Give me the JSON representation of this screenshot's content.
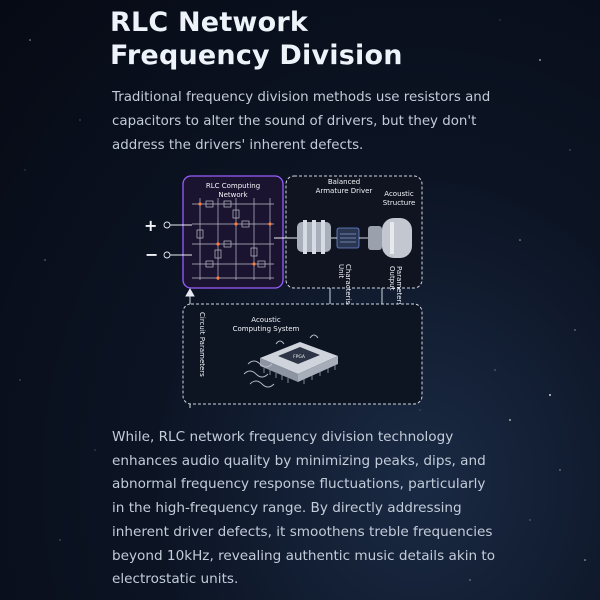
{
  "header": {
    "title_line1": "RLC Network",
    "title_line2": "Frequency Division"
  },
  "intro": "Traditional frequency division methods use resistors and capacitors to alter the sound of drivers, but they don't address the drivers' inherent defects.",
  "diagram": {
    "rlc_label_1": "RLC Computing",
    "rlc_label_2": "Network",
    "driver_label_1": "Balanced",
    "driver_label_2": "Armature Driver",
    "acoustic_label_1": "Acoustic",
    "acoustic_label_2": "Structure",
    "plus_symbol": "+",
    "minus_symbol": "−",
    "unit_char_1": "Unit",
    "unit_char_2": "Characteristics",
    "output_1": "Output",
    "output_2": "Parameters",
    "circuit_params": "Circuit Parameters",
    "acs_1": "Acoustic",
    "acs_2": "Computing System",
    "chip_label": "FPGA"
  },
  "body": "While, RLC network frequency division technology enhances audio quality by minimizing peaks, dips, and abnormal frequency response fluctuations, particularly in the high-frequency range. By directly addressing inherent driver defects, it smoothens treble frequencies beyond 10kHz, revealing authentic music details akin to electrostatic units.",
  "colors": {
    "accent_purple": "#9b5cff",
    "line": "#e8ecf2",
    "background": "#0a1020"
  }
}
